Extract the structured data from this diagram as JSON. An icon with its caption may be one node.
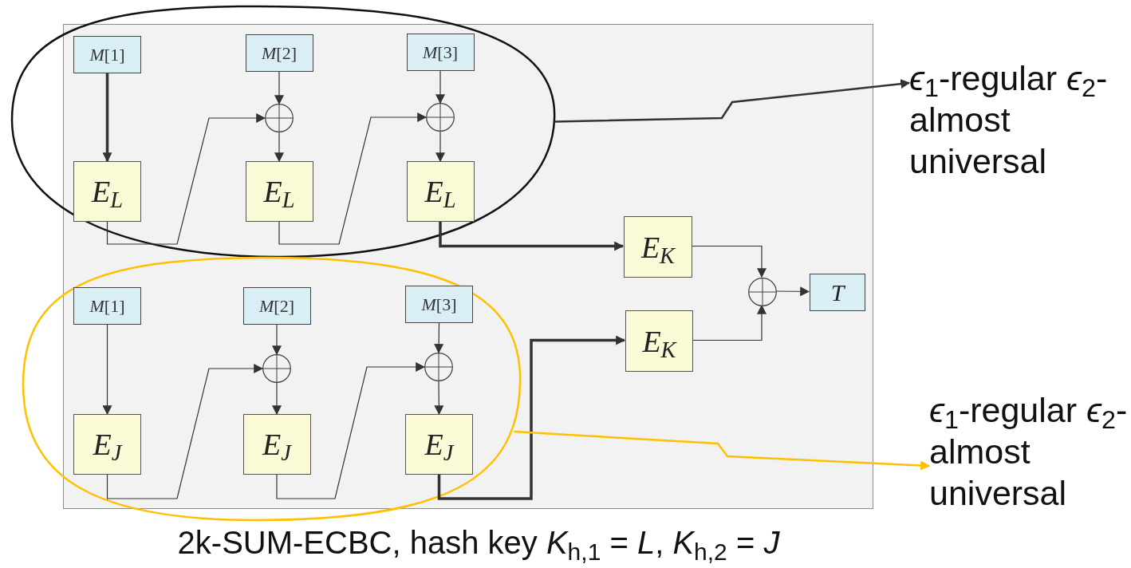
{
  "diagram": {
    "caption": "2k-SUM-ECBC, hash key *K*$_{h,1}$ = *L*,  *K*$_{h,2}$ = *J*",
    "nodes": [
      {
        "text": [],
        "shape": "box"
      },
      {
        "text": [],
        "shape": "loop"
      },
      {
        "text": [
          "*M*[1]"
        ],
        "in": 1
      },
      {
        "text": [
          "*M*[2]"
        ],
        "in": 1
      },
      {
        "text": [
          "*M*[3]"
        ],
        "in": 1
      },
      {
        "text": [],
        "shape": "circle",
        "in": 1
      },
      {
        "text": [],
        "shape": "circle",
        "in": 1
      },
      {
        "text": [
          "E$_{L}$"
        ],
        "in": 1
      },
      {
        "text": [
          "E$_{L}$"
        ],
        "in": 1
      },
      {
        "text": [
          "E$_{L}$"
        ],
        "in": 1
      },
      {
        "text": [
          "E$_{K}$"
        ],
        "in": 0
      },
      {
        "text": [
          "E$_{K}$"
        ],
        "in": 0
      },
      {
        "text": [],
        "shape": "circle",
        "in": 0
      },
      {
        "text": [
          "T"
        ],
        "in": 0
      },
      {
        "text": [],
        "shape": "loop"
      },
      {
        "text": [
          "*M*[1]"
        ],
        "in": 14
      },
      {
        "text": [
          "*M*[2]"
        ],
        "in": 14
      },
      {
        "text": [
          "*M*[3]"
        ],
        "in": 14
      },
      {
        "text": [],
        "shape": "circle",
        "in": 14
      },
      {
        "text": [],
        "shape": "circle",
        "in": 14
      },
      {
        "text": [
          "E$_{J}$"
        ],
        "in": 14
      },
      {
        "text": [
          "E$_{J}$"
        ],
        "in": 14
      },
      {
        "text": [
          "E$_{J}$"
        ],
        "in": 14
      },
      {
        "text": [
          "*ϵ*$_{1}$-regular *ϵ*$_{2}$-almost universal"
        ]
      },
      {
        "text": [
          "*ϵ*$_{1}$-regular *ϵ*$_{2}$-almost universal"
        ]
      }
    ],
    "edges": [
      {
        "from": 2,
        "to": 7,
        "arrow": "to",
        "style": "thick"
      },
      {
        "from": 3,
        "to": 5,
        "arrow": "to"
      },
      {
        "from": 5,
        "to": 8,
        "arrow": "to"
      },
      {
        "from": 7,
        "to": 5,
        "arrow": "to"
      },
      {
        "from": 4,
        "to": 6,
        "arrow": "to"
      },
      {
        "from": 6,
        "to": 9,
        "arrow": "to"
      },
      {
        "from": 8,
        "to": 6,
        "arrow": "to"
      },
      {
        "from": 9,
        "to": 10,
        "arrow": "to",
        "style": "thick"
      },
      {
        "from": 10,
        "to": 12,
        "arrow": "to"
      },
      {
        "from": 11,
        "to": 12,
        "arrow": "to"
      },
      {
        "from": 12,
        "to": 13,
        "arrow": "to"
      },
      {
        "from": 15,
        "to": 20,
        "arrow": "to"
      },
      {
        "from": 16,
        "to": 18,
        "arrow": "to"
      },
      {
        "from": 18,
        "to": 21,
        "arrow": "to"
      },
      {
        "from": 20,
        "to": 18,
        "arrow": "to"
      },
      {
        "from": 17,
        "to": 19,
        "arrow": "to"
      },
      {
        "from": 19,
        "to": 22,
        "arrow": "to"
      },
      {
        "from": 21,
        "to": 19,
        "arrow": "to"
      },
      {
        "from": 22,
        "to": 11,
        "arrow": "to",
        "style": "thick"
      },
      {
        "from": 1,
        "to": 23,
        "arrow": "to"
      },
      {
        "from": 14,
        "to": 24,
        "arrow": "to",
        "color": "#ffc000"
      }
    ]
  }
}
